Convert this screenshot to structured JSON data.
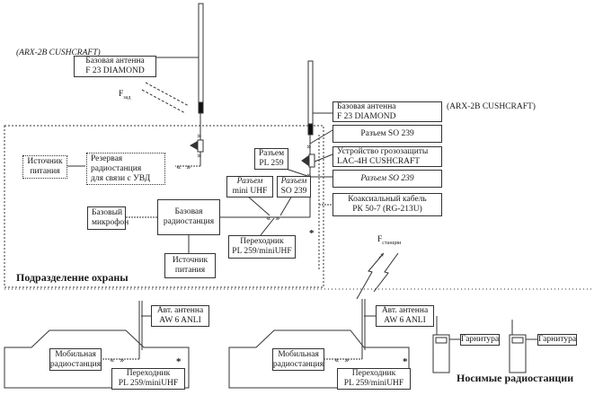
{
  "labels": {
    "model_left": "(ARX-2B CUSHCRAFT)",
    "model_right": "(ARX-2B CUSHCRAFT)",
    "f_left": "F",
    "f_left_sub": "зад",
    "f_right": "F",
    "f_right_sub": "станции",
    "section_guard": "Подразделение охраны",
    "section_portable": "Носимые радиостанции",
    "star": "*"
  },
  "boxes": {
    "base_antenna_left": [
      "Базовая антенна",
      "F 23 DIAMOND"
    ],
    "power_left": [
      "Источник",
      "питания"
    ],
    "reserve_station": [
      "Резервая",
      "радиостанция",
      "для связи с УВД"
    ],
    "connector_pl259": [
      "Разъем",
      "PL 259"
    ],
    "connector_mini_uhf": [
      "Разъем",
      "mini UHF"
    ],
    "connector_so239_mid": [
      "Разъем",
      "SO 239"
    ],
    "base_mic": [
      "Базовый",
      "микрофон"
    ],
    "base_station": [
      "Базовая",
      "радиостанция"
    ],
    "adapter_main": [
      "Переходник",
      "PL 259/miniUHF"
    ],
    "power_bottom": [
      "Источник",
      "питания"
    ],
    "base_antenna_right": [
      "Базовая антенна",
      "F 23 DIAMOND"
    ],
    "connector_so239_top": [
      "Разъем SO 239"
    ],
    "lightning_protector": [
      "Устройство грозозащиты",
      "LAC-4H CUSHCRAFT"
    ],
    "connector_so239_ital": [
      "Разъем SO 239"
    ],
    "coax_cable": [
      "Коаксиальный кабель",
      "РК 50-7 (RG-213U)"
    ],
    "car_antenna_1": [
      "Авт. антенна",
      "AW 6 ANLI"
    ],
    "mobile_station_1": [
      "Мобильная",
      "радиостанция"
    ],
    "adapter_car_1": [
      "Переходник",
      "PL 259/miniUHF"
    ],
    "car_antenna_2": [
      "Авт. антенна",
      "AW 6 ANLI"
    ],
    "mobile_station_2": [
      "Мобильная",
      "радиостанция"
    ],
    "adapter_car_2": [
      "Переходник",
      "PL 259/miniUHF"
    ],
    "headset_1": [
      "Гарнитура"
    ],
    "headset_2": [
      "Гарнитура"
    ]
  }
}
